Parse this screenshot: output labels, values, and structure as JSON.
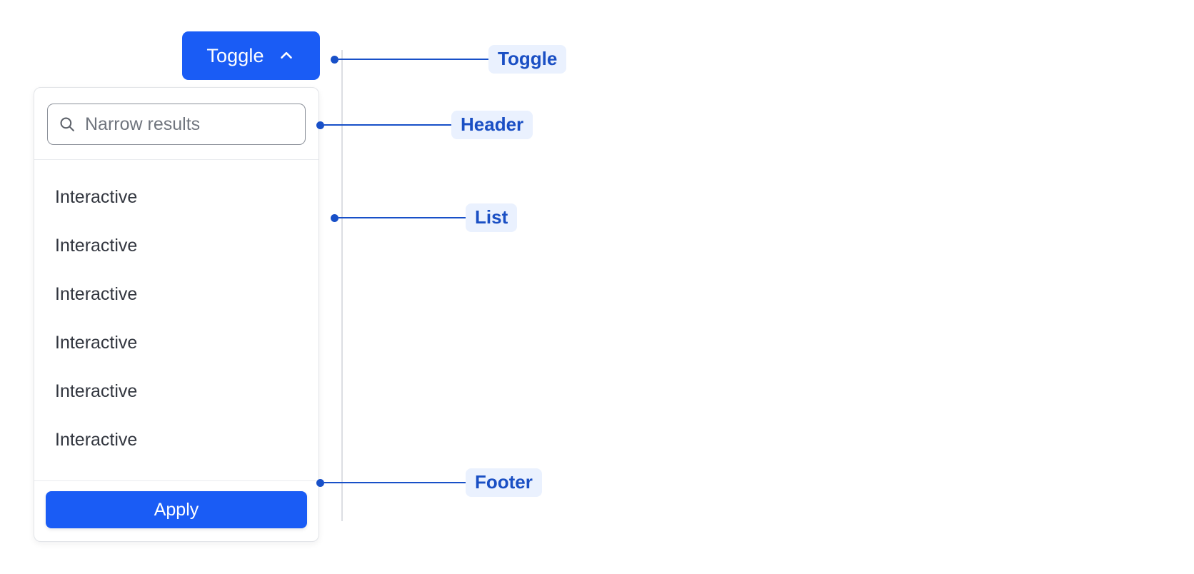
{
  "toggle": {
    "label": "Toggle",
    "icon": "chevron-up-icon",
    "expanded": true,
    "background_color": "#1a5cf5",
    "text_color": "#ffffff"
  },
  "panel": {
    "header": {
      "search": {
        "icon": "search-icon",
        "placeholder": "Narrow results",
        "value": ""
      }
    },
    "list": {
      "items": [
        {
          "label": "Interactive"
        },
        {
          "label": "Interactive"
        },
        {
          "label": "Interactive"
        },
        {
          "label": "Interactive"
        },
        {
          "label": "Interactive"
        },
        {
          "label": "Interactive"
        }
      ]
    },
    "footer": {
      "apply_label": "Apply",
      "apply_background": "#1a5cf5"
    }
  },
  "annotations": [
    {
      "label": "Toggle"
    },
    {
      "label": "Header"
    },
    {
      "label": "List"
    },
    {
      "label": "Footer"
    }
  ],
  "colors": {
    "accent": "#1a5cf5",
    "annotation_line": "#1850c8",
    "annotation_pill_bg": "#eaf1fe",
    "annotation_pill_text": "#1a4fc4",
    "panel_border": "#e2e4e8",
    "text_primary": "#32363f",
    "text_placeholder": "#70757e"
  }
}
